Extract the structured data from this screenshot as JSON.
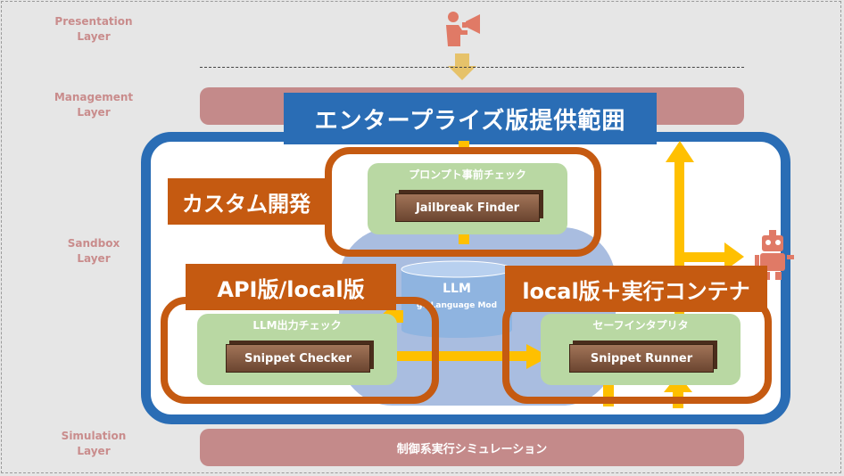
{
  "layers": {
    "presentation": "Presentation\nLayer",
    "management": "Management\nLayer",
    "sandbox": "Sandbox\nLayer",
    "simulation": "Simulation\nLayer"
  },
  "title_banner": "エンタープライズ版提供範囲",
  "simulation_bar": "制御系実行シミュレーション",
  "llm": {
    "title": "LLM",
    "subtitle": "ge Language Mod"
  },
  "components": {
    "prompt_check": {
      "group": "プロンプト事前チェック",
      "tool": "Jailbreak Finder"
    },
    "llm_output_check": {
      "group": "LLM出力チェック",
      "tool": "Snippet Checker"
    },
    "safe_interpreter": {
      "group": "セーフインタプリタ",
      "tool": "Snippet Runner"
    }
  },
  "offerings": {
    "custom": "カスタム開発",
    "api_local": "API版/local版",
    "local_container": "local版＋実行コンテナ"
  },
  "colors": {
    "frame_blue": "#2a6db5",
    "offering_orange": "#c55a11",
    "arrow_yellow": "#ffc000",
    "layer_pink": "#c48a8a",
    "component_green": "#b9d8a3"
  },
  "icons": [
    "presenter-megaphone-icon",
    "robot-icon",
    "database-icon"
  ]
}
